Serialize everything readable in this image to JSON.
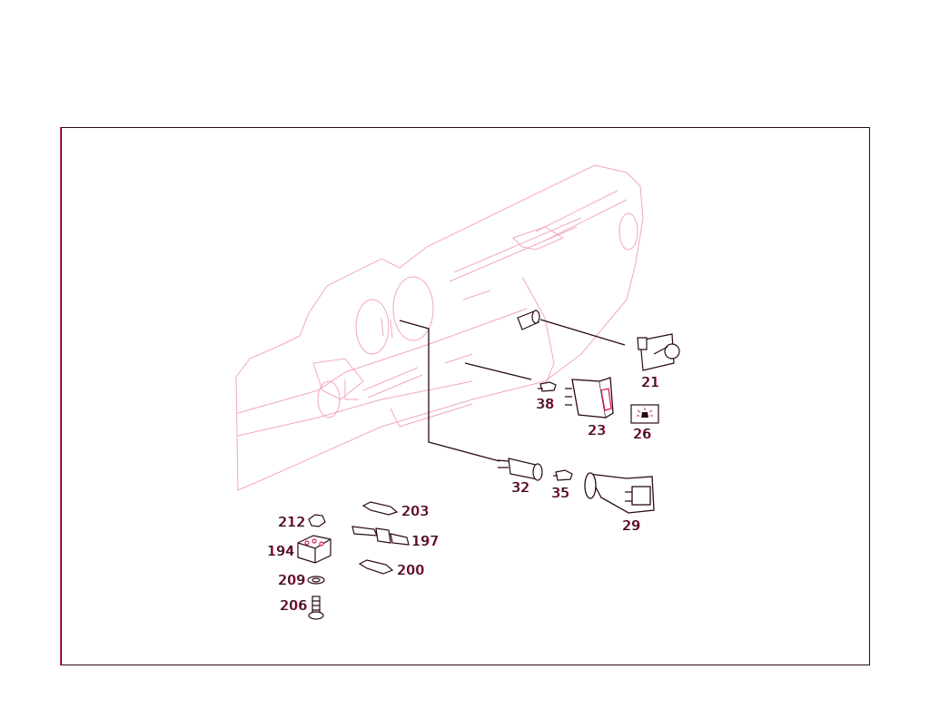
{
  "diagram": {
    "type": "exploded parts diagram",
    "subject": "dashboard / instrument panel switches and lamps",
    "colors": {
      "background_outline": "#f2a8bc",
      "part_line": "#2a0a14",
      "part_accent": "#d02050",
      "frame": "#2a0a10"
    },
    "labels": {
      "p21": "21",
      "p23": "23",
      "p26": "26",
      "p29": "29",
      "p32": "32",
      "p35": "35",
      "p38": "38",
      "p194": "194",
      "p197": "197",
      "p200": "200",
      "p203": "203",
      "p206": "206",
      "p209": "209",
      "p212": "212"
    },
    "parts": [
      {
        "number": "21",
        "description": "rotary knob switch"
      },
      {
        "number": "23",
        "description": "rocker switch"
      },
      {
        "number": "26",
        "description": "warning beacon symbol cap"
      },
      {
        "number": "29",
        "description": "lamp housing / funnel"
      },
      {
        "number": "32",
        "description": "bulb socket"
      },
      {
        "number": "35",
        "description": "bulb"
      },
      {
        "number": "38",
        "description": "bulb"
      },
      {
        "number": "194",
        "description": "connector block"
      },
      {
        "number": "197",
        "description": "pin connector"
      },
      {
        "number": "200",
        "description": "tubular bulb"
      },
      {
        "number": "203",
        "description": "tubular bulb"
      },
      {
        "number": "206",
        "description": "screw"
      },
      {
        "number": "209",
        "description": "washer"
      },
      {
        "number": "212",
        "description": "nut"
      }
    ]
  }
}
